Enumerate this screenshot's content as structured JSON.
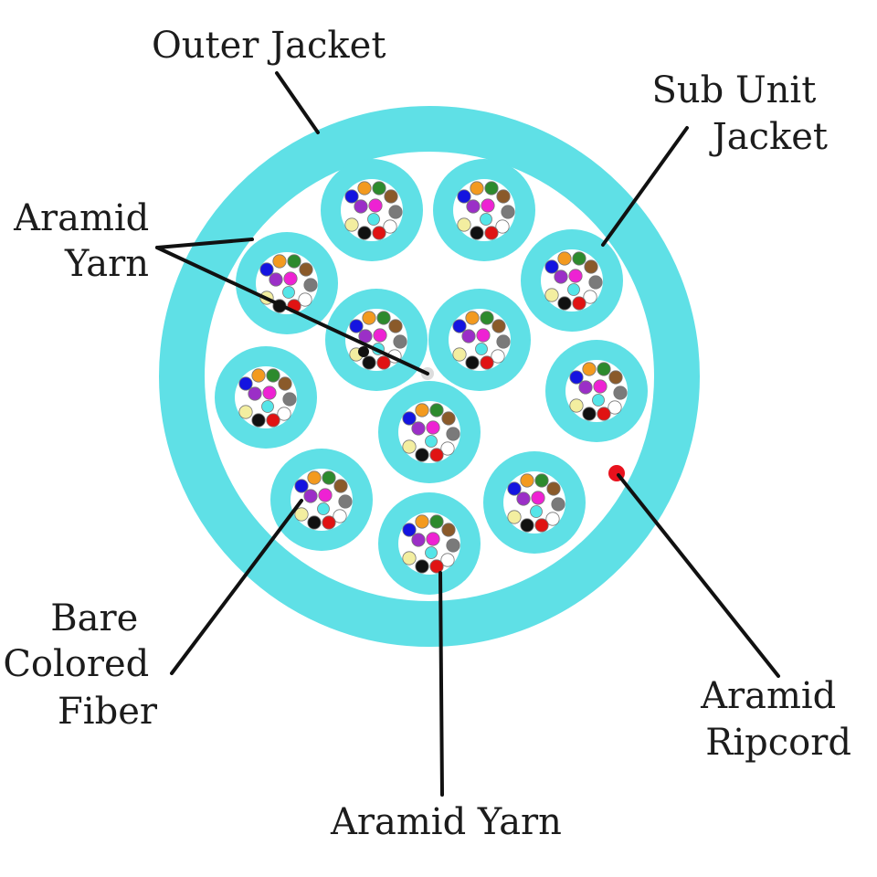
{
  "labels": {
    "outer_jacket": "Outer Jacket",
    "sub_unit_jacket": [
      "Sub Unit",
      "Jacket"
    ],
    "aramid_yarn_left": [
      "Aramid",
      "Yarn"
    ],
    "bare_colored_fiber": [
      "Bare",
      "Colored",
      "Fiber"
    ],
    "aramid_yarn_bottom": "Aramid Yarn",
    "aramid_ripcord": [
      "Aramid",
      "Ripcord"
    ]
  },
  "sub_unit_count": 12,
  "fibers_per_sub_unit": 12,
  "colors": {
    "jacket": "#5fe0e6",
    "leader_line": "#111111",
    "ripcord": "#e8111d",
    "fiber_bundle_center": "#55e5e8"
  },
  "fiber_colors": [
    "#1414e0",
    "#f39a1f",
    "#2d8a2d",
    "#8a5a2a",
    "#7a7a7a",
    "#ffffff",
    "#e01313",
    "#111111",
    "#f3eea0",
    "#9b2fc7",
    "#ee22d3",
    "#55e5e8"
  ]
}
